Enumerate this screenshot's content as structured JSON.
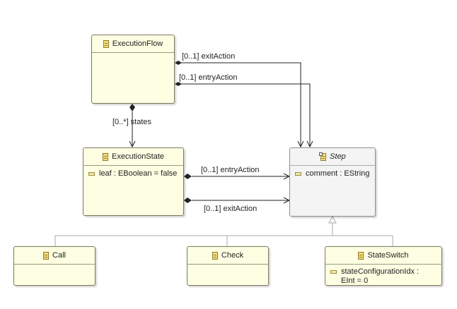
{
  "classes": {
    "execution_flow": {
      "name": "ExecutionFlow"
    },
    "execution_state": {
      "name": "ExecutionState",
      "attributes": [
        "leaf : EBoolean = false"
      ]
    },
    "step": {
      "name": "Step",
      "attributes": [
        "comment : EString"
      ]
    },
    "call": {
      "name": "Call"
    },
    "check": {
      "name": "Check"
    },
    "state_switch": {
      "name": "StateSwitch",
      "attributes": [
        "stateConfigurationIdx :",
        "EInt = 0"
      ]
    }
  },
  "references": {
    "flow_exit_action": "[0..1] exitAction",
    "flow_entry_action": "[0..1] entryAction",
    "flow_states": "[0..*] states",
    "state_entry_action": "[0..1] entryAction",
    "state_exit_action": "[0..1] exitAction"
  },
  "colors": {
    "class_fill": "#fefee2",
    "abstract_fill": "#f4f4f4",
    "line": "#222222",
    "inheritance_line": "#a8a8a8"
  }
}
